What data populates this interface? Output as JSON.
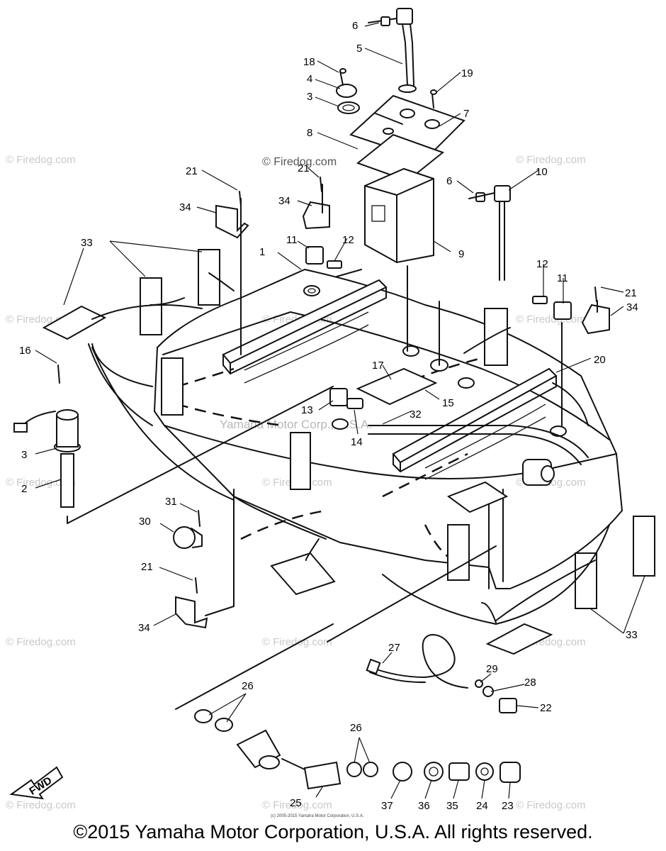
{
  "diagram": {
    "callouts": [
      {
        "id": "c1",
        "text": "1"
      },
      {
        "id": "c2",
        "text": "2"
      },
      {
        "id": "c3a",
        "text": "3"
      },
      {
        "id": "c3b",
        "text": "3"
      },
      {
        "id": "c4",
        "text": "4"
      },
      {
        "id": "c5",
        "text": "5"
      },
      {
        "id": "c6a",
        "text": "6"
      },
      {
        "id": "c6b",
        "text": "6"
      },
      {
        "id": "c7",
        "text": "7"
      },
      {
        "id": "c8",
        "text": "8"
      },
      {
        "id": "c9",
        "text": "9"
      },
      {
        "id": "c10",
        "text": "10"
      },
      {
        "id": "c11a",
        "text": "11"
      },
      {
        "id": "c11b",
        "text": "11"
      },
      {
        "id": "c12a",
        "text": "12"
      },
      {
        "id": "c12b",
        "text": "12"
      },
      {
        "id": "c13",
        "text": "13"
      },
      {
        "id": "c14",
        "text": "14"
      },
      {
        "id": "c15",
        "text": "15"
      },
      {
        "id": "c16",
        "text": "16"
      },
      {
        "id": "c17",
        "text": "17"
      },
      {
        "id": "c18",
        "text": "18"
      },
      {
        "id": "c19",
        "text": "19"
      },
      {
        "id": "c20",
        "text": "20"
      },
      {
        "id": "c21a",
        "text": "21"
      },
      {
        "id": "c21b",
        "text": "21"
      },
      {
        "id": "c21c",
        "text": "21"
      },
      {
        "id": "c21d",
        "text": "21"
      },
      {
        "id": "c22",
        "text": "22"
      },
      {
        "id": "c23",
        "text": "23"
      },
      {
        "id": "c24",
        "text": "24"
      },
      {
        "id": "c25",
        "text": "25"
      },
      {
        "id": "c26a",
        "text": "26"
      },
      {
        "id": "c26b",
        "text": "26"
      },
      {
        "id": "c27",
        "text": "27"
      },
      {
        "id": "c28",
        "text": "28"
      },
      {
        "id": "c29",
        "text": "29"
      },
      {
        "id": "c30",
        "text": "30"
      },
      {
        "id": "c31",
        "text": "31"
      },
      {
        "id": "c32",
        "text": "32"
      },
      {
        "id": "c33a",
        "text": "33"
      },
      {
        "id": "c33b",
        "text": "33"
      },
      {
        "id": "c34a",
        "text": "34"
      },
      {
        "id": "c34b",
        "text": "34"
      },
      {
        "id": "c34c",
        "text": "34"
      },
      {
        "id": "c34d",
        "text": "34"
      },
      {
        "id": "c35",
        "text": "35"
      },
      {
        "id": "c36",
        "text": "36"
      },
      {
        "id": "c37",
        "text": "37"
      }
    ],
    "fwd_label": "FWD",
    "watermark_text": "© Firedog.com",
    "center_watermark": "Yamaha Motor Corp., U.S.A.",
    "small_notice": "(c) 2005-2015 Yamaha Motor Corporation, U.S.A."
  },
  "footer": {
    "copyright": "©2015 Yamaha Motor Corporation, U.S.A. All rights reserved."
  }
}
